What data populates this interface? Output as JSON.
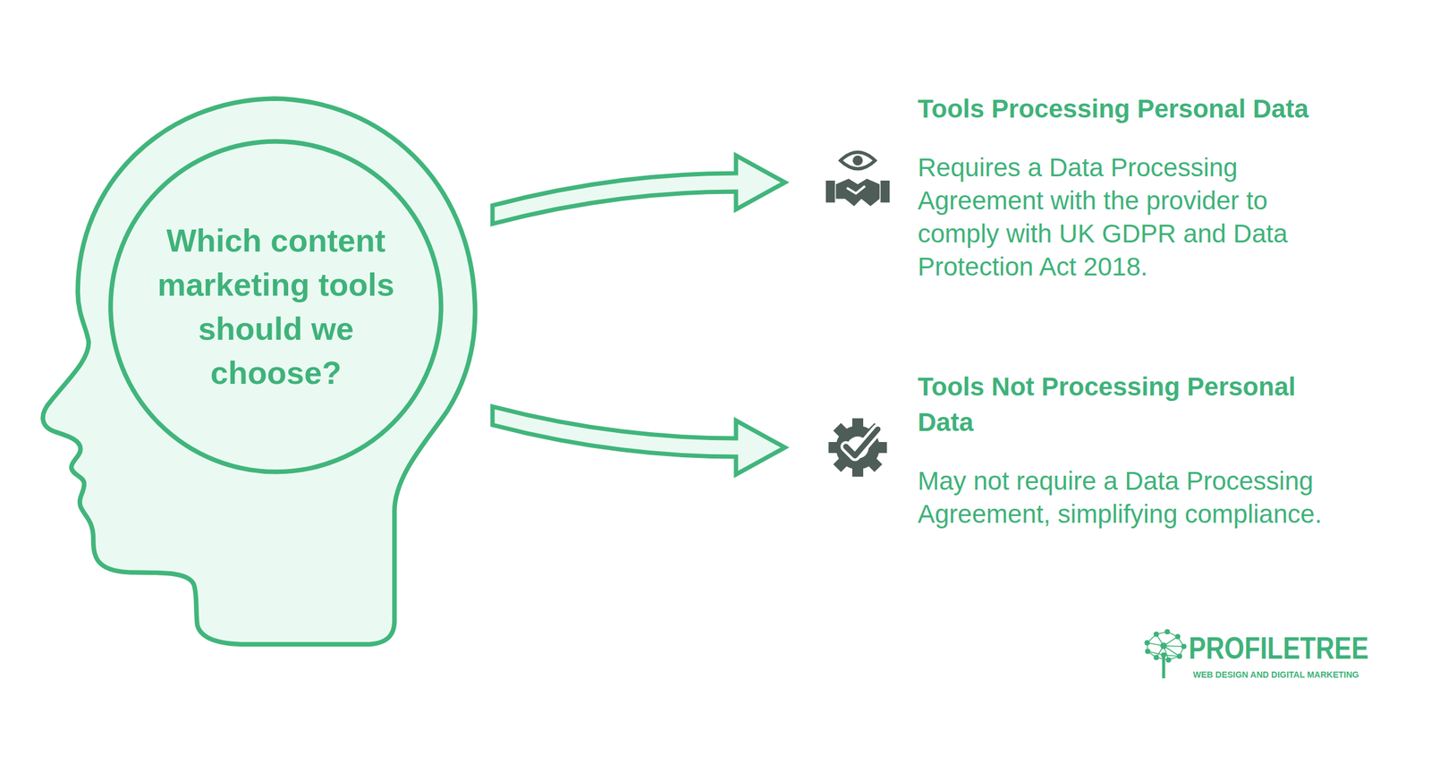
{
  "diagram": {
    "nodes": [
      {
        "text": [
          "Which content marketing tools should we choose?"
        ]
      },
      {
        "text": [
          "Tools Processing Personal Data",
          "Requires a Data Processing Agreement with the provider to comply with UK GDPR and Data Protection Act 2018."
        ]
      },
      {
        "text": [
          "Tools Not Processing Personal Data",
          "May not require a Data Processing Agreement, simplifying compliance."
        ]
      }
    ],
    "edges": [
      {
        "from": 0,
        "to": 1,
        "arrow": "to"
      },
      {
        "from": 0,
        "to": 2,
        "arrow": "to"
      }
    ],
    "labels": [
      "PROFILETREE",
      "WEB DESIGN AND DIGITAL MARKETING"
    ]
  }
}
